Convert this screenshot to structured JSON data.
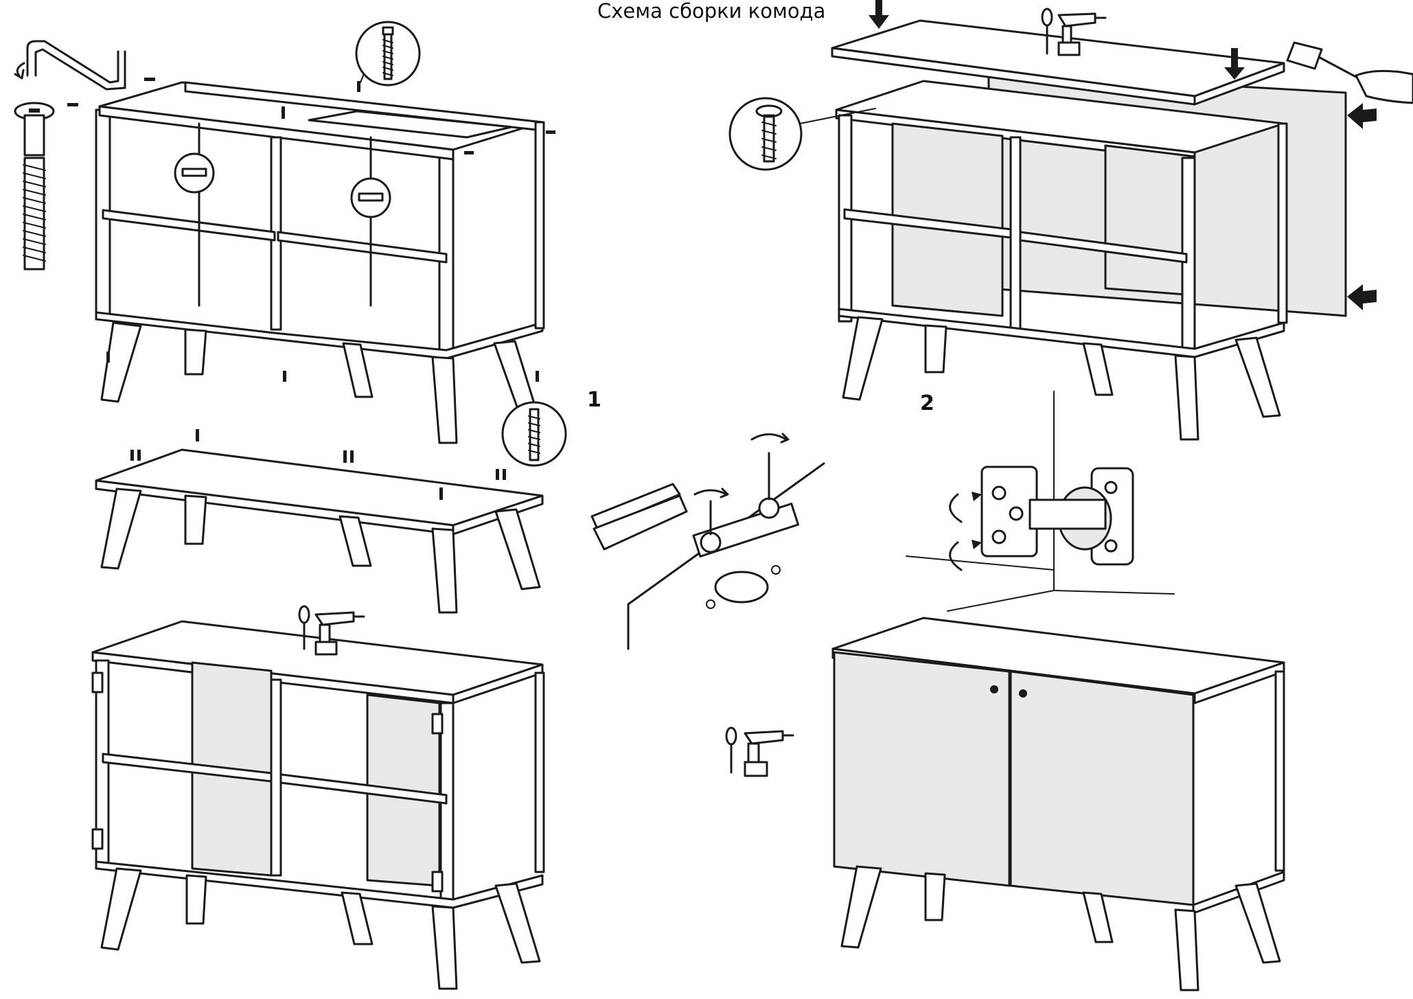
{
  "title": "Схема сборки комода",
  "steps": [
    {
      "number": "1"
    },
    {
      "number": "2"
    }
  ],
  "icons": [
    "cam-bolt-icon",
    "hex-key-icon",
    "screw-detail-icon",
    "dowel-detail-icon",
    "screwdriver-icon",
    "drill-icon",
    "hammer-icon",
    "arrow-down-icon",
    "arrow-left-icon",
    "hinge-icon",
    "rotate-arrow-icon"
  ],
  "colors": {
    "line": "#1a1a1a",
    "panel_fill": "#ffffff",
    "back_panel_fill": "#e9e9e9"
  }
}
